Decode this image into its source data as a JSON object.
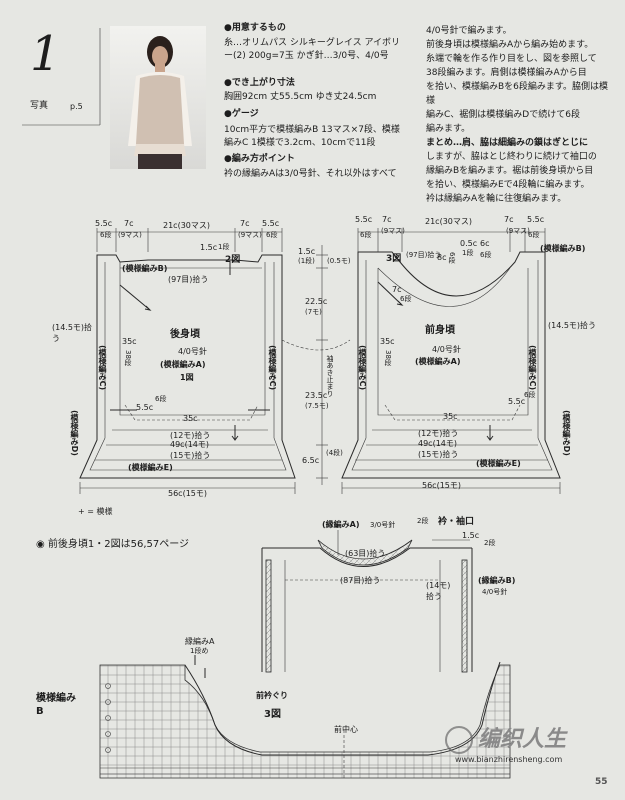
{
  "header": {
    "pattern_number": "1",
    "photo_label": "写真",
    "photo_page": "p.5",
    "materials_title": "●用意するもの",
    "materials_text": "糸…オリムパス シルキーグレイス アイボリー(2) 200g=7玉 かぎ針…3/0号、4/0号",
    "size_title": "●でき上がり寸法",
    "size_text": "胸囲92cm 丈55.5cm ゆき丈24.5cm",
    "gauge_title": "●ゲージ",
    "gauge_text": "10cm平方で模様編みB 13マス×7段、模様編みC 1模様で3.2cm、10cmで11段",
    "method_title": "●編み方ポイント",
    "method_text": "衿の縁編みAは3/0号針、それ以外はすべて4/0号針で編みます。",
    "right_col": [
      "4/0号針で編みます。",
      "前後身頃は模様編みAから編み始めます。",
      "糸端で輪を作る作り目をし、図を参照して",
      "38段編みます。肩側は模様編みAから目",
      "を拾い、模様編みBを6段編みます。脇側は模様",
      "編みC、裾側は模様編みDで続けて6段",
      "編みます。",
      "まとめ…肩、脇は細編みの鎖はぎとじに",
      "しますが、脇はとじ終わりに続けて袖口の",
      "縁編みBを編みます。裾は前後身頃から目",
      "を拾い、模様編みEで4段輪に編みます。",
      "衿は縁編みAを輪に往復編みます。"
    ]
  },
  "back": {
    "top_dims": [
      "5.5c",
      "7c",
      "21c(30マス)",
      "7c",
      "5.5c"
    ],
    "top_sub": [
      "6段",
      "(9マス)",
      "(9マス)",
      "6段"
    ],
    "neck_drop": "1.5c",
    "neck_rows": "1段",
    "fig_ref": "2図",
    "patt_b": "(模様編みB)",
    "pick97": "(97目)拾う",
    "title": "後身頃",
    "needle": "4/0号針",
    "patt_a": "(模様編みA)",
    "fig1": "1図",
    "h35": "35c",
    "h38": "38段",
    "side_pick": "(14.5モ)拾う",
    "patt_c": "(模様編みC)",
    "patt_d": "(模様編みD)",
    "w35": "35c",
    "d55": "5.5c",
    "d6": "6段",
    "pick12": "(12モ)拾う",
    "w49": "49c(14モ)",
    "pick15": "(15モ)拾う",
    "patt_e": "(模様編みE)",
    "bottom": "56c(15モ)"
  },
  "center": {
    "v15a": "1.5c",
    "v1a": "(1段)",
    "v05": "(0.5モ)",
    "v225": "22.5c",
    "v7m": "(7モ)",
    "armhole": "袖あき止まり",
    "v235": "23.5c",
    "v75": "(7.5モ)",
    "v65": "6.5c",
    "v4": "(4段)"
  },
  "front": {
    "top_dims": [
      "5.5c",
      "7c",
      "21c(30マス)",
      "7c",
      "5.5c"
    ],
    "top_sub": [
      "6段",
      "(9マス)",
      "(9マス)",
      "6段"
    ],
    "fig_ref": "3図",
    "neck_pick": "(97目)拾う",
    "neck_h8": "8c",
    "neck_r6": "6段",
    "neck_05": "0.5c",
    "neck_1": "1段",
    "neck_6c": "6c",
    "neck_6r": "6段",
    "d7c": "7c",
    "d6r": "6段",
    "patt_b": "(模様編みB)",
    "title": "前身頃",
    "needle": "4/0号針",
    "patt_a": "(模様編みA)",
    "h35": "35c",
    "h38": "38段",
    "side_pick": "(14.5モ)拾う",
    "patt_c": "(模様編みC)",
    "patt_d": "(模様編みD)",
    "w35": "35c",
    "d55": "5.5c",
    "d6": "6段",
    "pick12": "(12モ)拾う",
    "w49": "49c(14モ)",
    "pick15": "(15モ)拾う",
    "patt_e": "(模様編みE)",
    "bottom": "56c(15モ)"
  },
  "legend": "+ = 模様",
  "page_ref": "◉ 前後身頃1・2図は56,57ページ",
  "collar": {
    "patt_a": "(縁編みA)",
    "needle_a": "3/0号針",
    "rows_a": "2段",
    "title": "衿・袖口",
    "top15": "1.5c",
    "top2": "2段",
    "pick63": "(63目)拾う",
    "pick87": "(87目)拾う",
    "pick14": "(14モ)拾う",
    "patt_b": "(縁編みB)",
    "needle_b": "4/0号針"
  },
  "chart": {
    "edge_a": "縁編みA",
    "edge_a_sub": "1段め",
    "side_b": "模様編みB",
    "title": "前衿ぐり",
    "fig": "3図",
    "center": "前中心"
  },
  "watermark": {
    "brand": "编织人生",
    "url": "www.bianzhirensheng.com",
    "page_no": "55"
  }
}
